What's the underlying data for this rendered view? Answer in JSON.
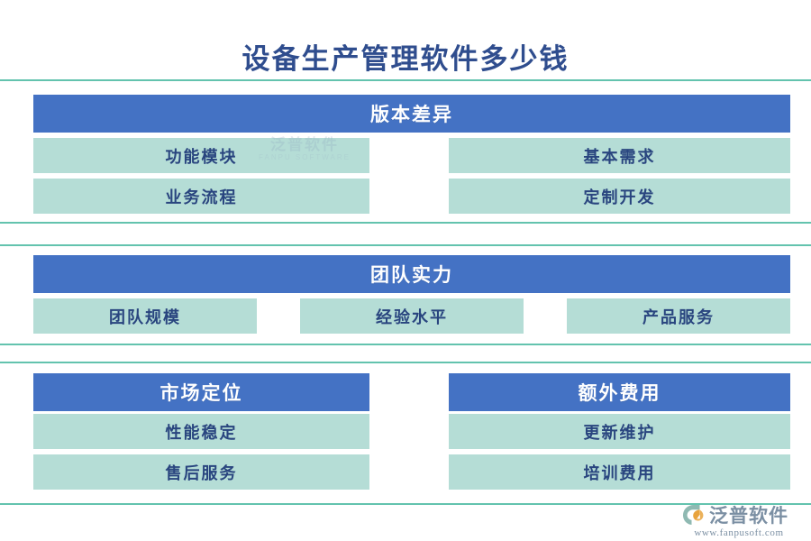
{
  "page": {
    "title": "设备生产管理软件多少钱",
    "colors": {
      "header_blue": "#4472C4",
      "chip_teal": "#B5DDD6",
      "rule_teal": "#63C3AE",
      "title_blue": "#2F4D8E",
      "chip_text_blue": "#29457F",
      "background": "#FFFFFF",
      "logo_gray": "#7B8FA3",
      "logo_orange": "#E8A33D",
      "logo_teal": "#7FB8AE"
    }
  },
  "sections": [
    {
      "id": "version-difference",
      "header": "版本差异",
      "layout": "two-column",
      "items": [
        "功能模块",
        "基本需求",
        "业务流程",
        "定制开发"
      ]
    },
    {
      "id": "team-strength",
      "header": "团队实力",
      "layout": "three-column",
      "items": [
        "团队规模",
        "经验水平",
        "产品服务"
      ]
    },
    {
      "id": "market-position",
      "header": "市场定位",
      "layout": "half-left",
      "items": [
        "性能稳定",
        "售后服务"
      ]
    },
    {
      "id": "extra-cost",
      "header": "额外费用",
      "layout": "half-right",
      "items": [
        "更新维护",
        "培训费用"
      ]
    }
  ],
  "watermark": {
    "cn": "泛普软件",
    "en": "FANPU SOFTWARE"
  },
  "logo": {
    "name": "泛普软件",
    "url": "www.fanpusoft.com"
  }
}
